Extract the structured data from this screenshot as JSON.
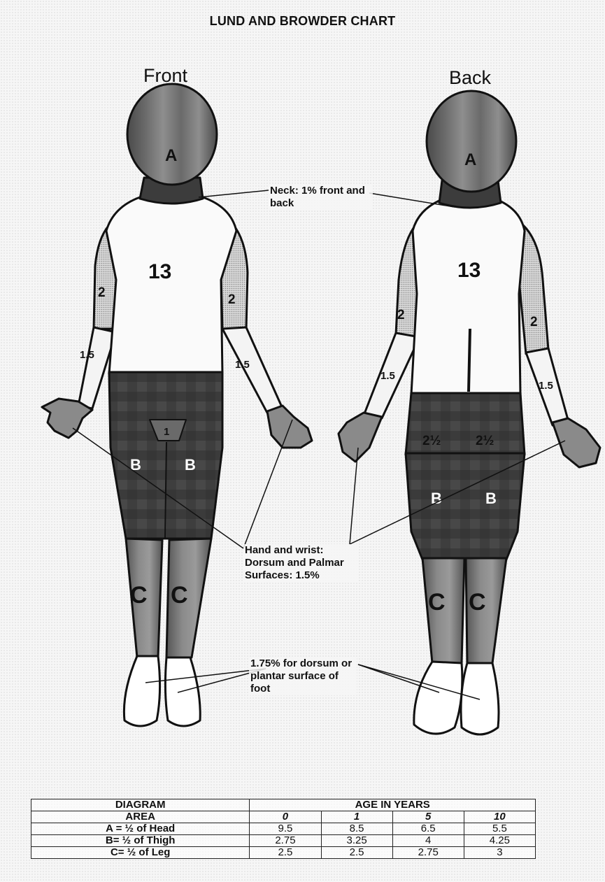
{
  "title": "LUND AND BROWDER CHART",
  "views": {
    "front": "Front",
    "back": "Back"
  },
  "region_labels": {
    "head": "A",
    "trunk": "13",
    "upper_arm": "2",
    "forearm": "1.5",
    "genital": "1",
    "buttock": "2½",
    "thigh": "B",
    "leg": "C"
  },
  "notes": {
    "neck": "Neck: 1% front and back",
    "hand": "Hand and wrist: Dorsum and Palmar Surfaces:  1.5%",
    "foot": "1.75% for dorsum or plantar surface of foot"
  },
  "colors": {
    "head": "#6e6e6e",
    "neck": "#3c3c3c",
    "upper_arm": "#c9c9c9",
    "thigh": "#3f3f3f",
    "leg": "#777777",
    "hand": "#8a8a8a",
    "buttock": "#555555"
  },
  "table": {
    "header_area": "DIAGRAM AREA",
    "header_area_1": "DIAGRAM",
    "header_area_2": "AREA",
    "header_age": "AGE IN YEARS",
    "ages": [
      "0",
      "1",
      "5",
      "10"
    ],
    "rows": [
      {
        "label": "A = ½ of Head",
        "values": [
          "9.5",
          "8.5",
          "6.5",
          "5.5"
        ]
      },
      {
        "label": "B= ½ of Thigh",
        "values": [
          "2.75",
          "3.25",
          "4",
          "4.25"
        ]
      },
      {
        "label": "C= ½ of Leg",
        "values": [
          "2.5",
          "2.5",
          "2.75",
          "3"
        ]
      }
    ]
  }
}
